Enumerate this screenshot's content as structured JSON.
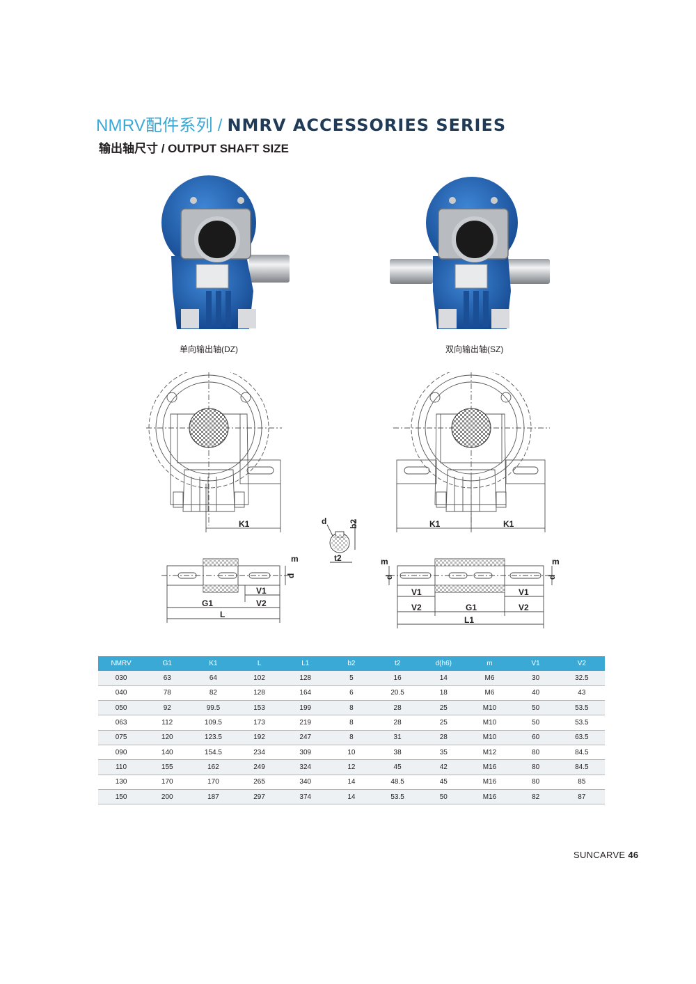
{
  "header": {
    "title_cn": "NMRV配件系列 / ",
    "title_en": "NMRV ACCESSORIES SERIES",
    "subtitle": "输出轴尺寸 / OUTPUT SHAFT SIZE"
  },
  "colors": {
    "accent": "#3aa9d6",
    "title_dark": "#1f3b57",
    "housing_blue": "#1e5fb3",
    "row_shade": "#eef1f4"
  },
  "figures": {
    "single_caption": "单向输出轴(DZ)",
    "double_caption": "双向输出轴(SZ)"
  },
  "dimension_labels": {
    "K1": "K1",
    "d": "d",
    "b2": "b2",
    "t2": "t2",
    "m": "m",
    "V1": "V1",
    "V2": "V2",
    "G1": "G1",
    "L": "L",
    "L1": "L1"
  },
  "table": {
    "headers": [
      "NMRV",
      "G1",
      "K1",
      "L",
      "L1",
      "b2",
      "t2",
      "d(h6)",
      "m",
      "V1",
      "V2"
    ],
    "rows": [
      [
        "030",
        "63",
        "64",
        "102",
        "128",
        "5",
        "16",
        "14",
        "M6",
        "30",
        "32.5"
      ],
      [
        "040",
        "78",
        "82",
        "128",
        "164",
        "6",
        "20.5",
        "18",
        "M6",
        "40",
        "43"
      ],
      [
        "050",
        "92",
        "99.5",
        "153",
        "199",
        "8",
        "28",
        "25",
        "M10",
        "50",
        "53.5"
      ],
      [
        "063",
        "112",
        "109.5",
        "173",
        "219",
        "8",
        "28",
        "25",
        "M10",
        "50",
        "53.5"
      ],
      [
        "075",
        "120",
        "123.5",
        "192",
        "247",
        "8",
        "31",
        "28",
        "M10",
        "60",
        "63.5"
      ],
      [
        "090",
        "140",
        "154.5",
        "234",
        "309",
        "10",
        "38",
        "35",
        "M12",
        "80",
        "84.5"
      ],
      [
        "110",
        "155",
        "162",
        "249",
        "324",
        "12",
        "45",
        "42",
        "M16",
        "80",
        "84.5"
      ],
      [
        "130",
        "170",
        "170",
        "265",
        "340",
        "14",
        "48.5",
        "45",
        "M16",
        "80",
        "85"
      ],
      [
        "150",
        "200",
        "187",
        "297",
        "374",
        "14",
        "53.5",
        "50",
        "M16",
        "82",
        "87"
      ]
    ]
  },
  "footer": {
    "brand": "SUNCARVE",
    "page": "46"
  }
}
